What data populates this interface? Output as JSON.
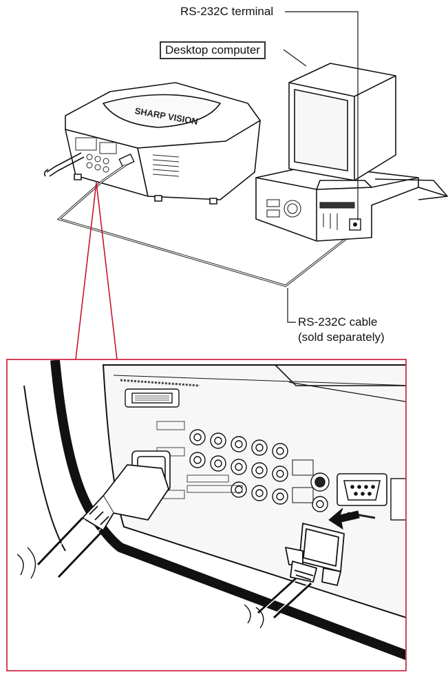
{
  "labels": {
    "rs232c_terminal": "RS-232C terminal",
    "desktop_computer": "Desktop computer",
    "rs232c_cable_line1": "RS-232C cable",
    "rs232c_cable_line2": "(sold separately)"
  },
  "projector": {
    "brand_text": "SHARP VISION"
  },
  "colors": {
    "zoom_frame": "#c8102e",
    "line": "#111111",
    "panel_fill": "#f4f4f4"
  }
}
